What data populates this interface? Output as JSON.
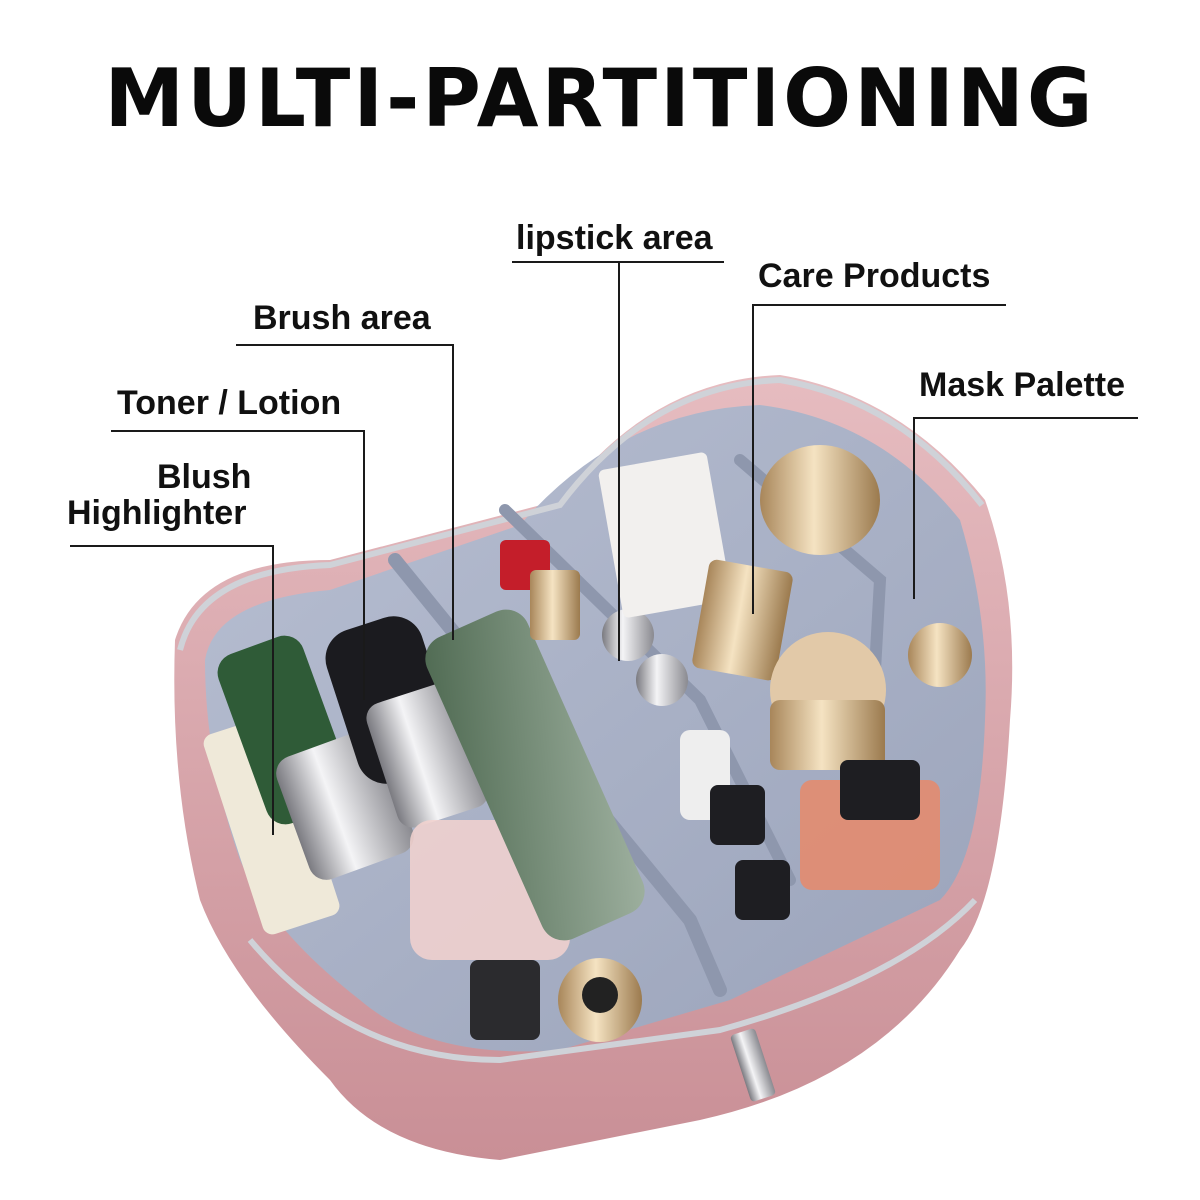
{
  "title": "MULTI-PARTITIONING",
  "labels": {
    "lipstick": "lipstick area",
    "care": "Care Products",
    "brush": "Brush area",
    "mask": "Mask Palette",
    "toner": "Toner / Lotion",
    "blush_line1": "Blush",
    "blush_line2": "Highlighter"
  },
  "colors": {
    "bag_outer": "#d9a8ad",
    "bag_lining": "#a9b1c6",
    "divider": "#8e97ad",
    "leader_line": "#1a1a1a"
  }
}
